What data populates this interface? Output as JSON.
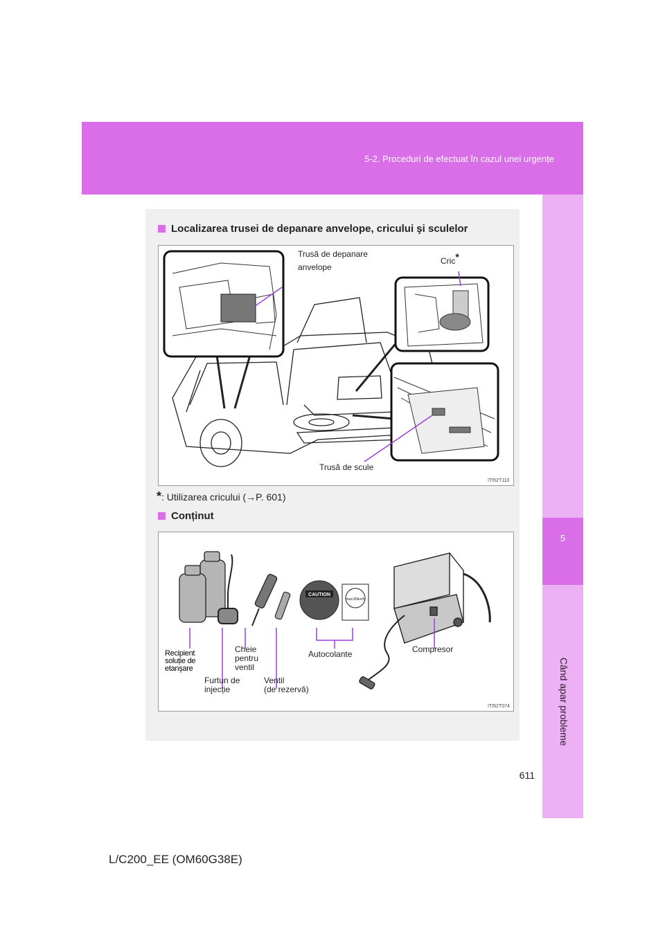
{
  "header": {
    "section": "5-2. Proceduri de efectuat în cazul unei urgențe"
  },
  "side_tab": {
    "chapter_number": "5",
    "chapter_title": "Când apar probleme"
  },
  "section1": {
    "title": "Localizarea trusei de depanare anvelope, cricului şi sculelor",
    "labels": {
      "repair_kit": "Trusă de depanare",
      "repair_kit_line2": "anvelope",
      "jack": "Cric",
      "jack_mark": "*",
      "tool_kit": "Trusă de scule"
    },
    "figure_code": "ITI52T110"
  },
  "footnote": {
    "mark": "*",
    "text": ": Utilizarea cricului (→P. 601)"
  },
  "section2": {
    "title": "Conținut",
    "labels": {
      "sealant_bottle": [
        "Recipient",
        "soluție de",
        "etanşare"
      ],
      "injection_hose": [
        "Furtun de",
        "injecție"
      ],
      "valve_wrench": [
        "Cheie",
        "pentru",
        "ventil"
      ],
      "valve_spare": [
        "Ventil",
        "(de rezervă)"
      ],
      "stickers": "Autocolante",
      "compressor": "Compresor"
    },
    "sticker_text": {
      "caution": "CAUTION",
      "speed": "max.80km/h"
    },
    "figure_code": "ITI52T074"
  },
  "page_number": "611",
  "doc_id": "L/C200_EE (OM60G38E)",
  "colors": {
    "accent": "#d96ee8",
    "accent_light": "#eeb0f5",
    "callout": "#9b3fd6",
    "panel": "#f0f0f0"
  }
}
